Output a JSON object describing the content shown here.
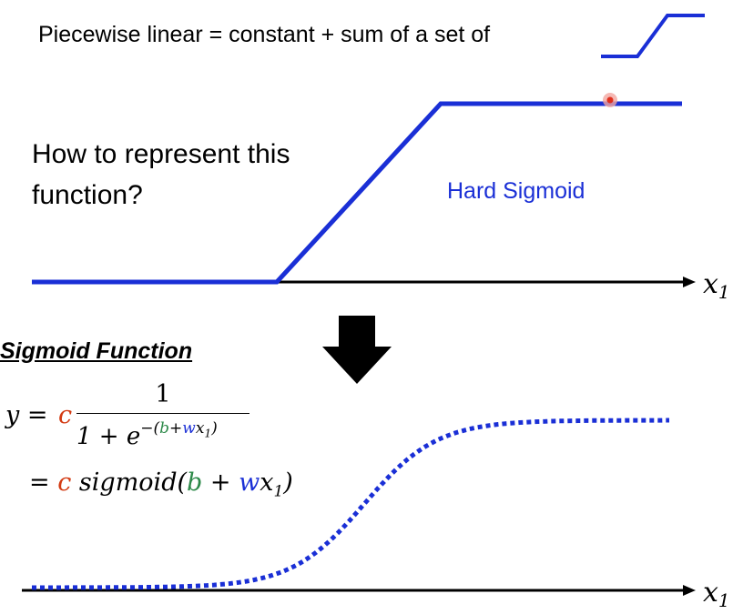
{
  "header": {
    "title": "Piecewise linear  =  constant  +  sum of a set of"
  },
  "question": "How to represent this function?",
  "hard_sigmoid_label": "Hard Sigmoid",
  "sigmoid_section": {
    "title": "Sigmoid Function",
    "eq1_y": "y =",
    "eq1_c": "c",
    "numerator": "1",
    "denominator_base": "1 + e",
    "exp_prefix": "−(",
    "exp_b": "b",
    "exp_plus": "+",
    "exp_w": "w",
    "exp_x": "x",
    "exp_sub": "1",
    "exp_suffix": ")",
    "eq2_eq": "= ",
    "eq2_c": "c",
    "eq2_fn": " sigmoid(",
    "eq2_b": "b",
    "eq2_plus": " + ",
    "eq2_w": "w",
    "eq2_x": "x",
    "eq2_sub": "1",
    "eq2_close": ")"
  },
  "axes": {
    "top_x_label": "x",
    "top_x_sub": "1",
    "bottom_x_label": "x",
    "bottom_x_sub": "1"
  },
  "colors": {
    "curve_blue": "#1a2fd6",
    "c_red": "#d33a12",
    "b_green": "#2e8a4a"
  },
  "icons": [
    "down-arrow-icon",
    "step-icon",
    "cursor-dot-icon"
  ]
}
